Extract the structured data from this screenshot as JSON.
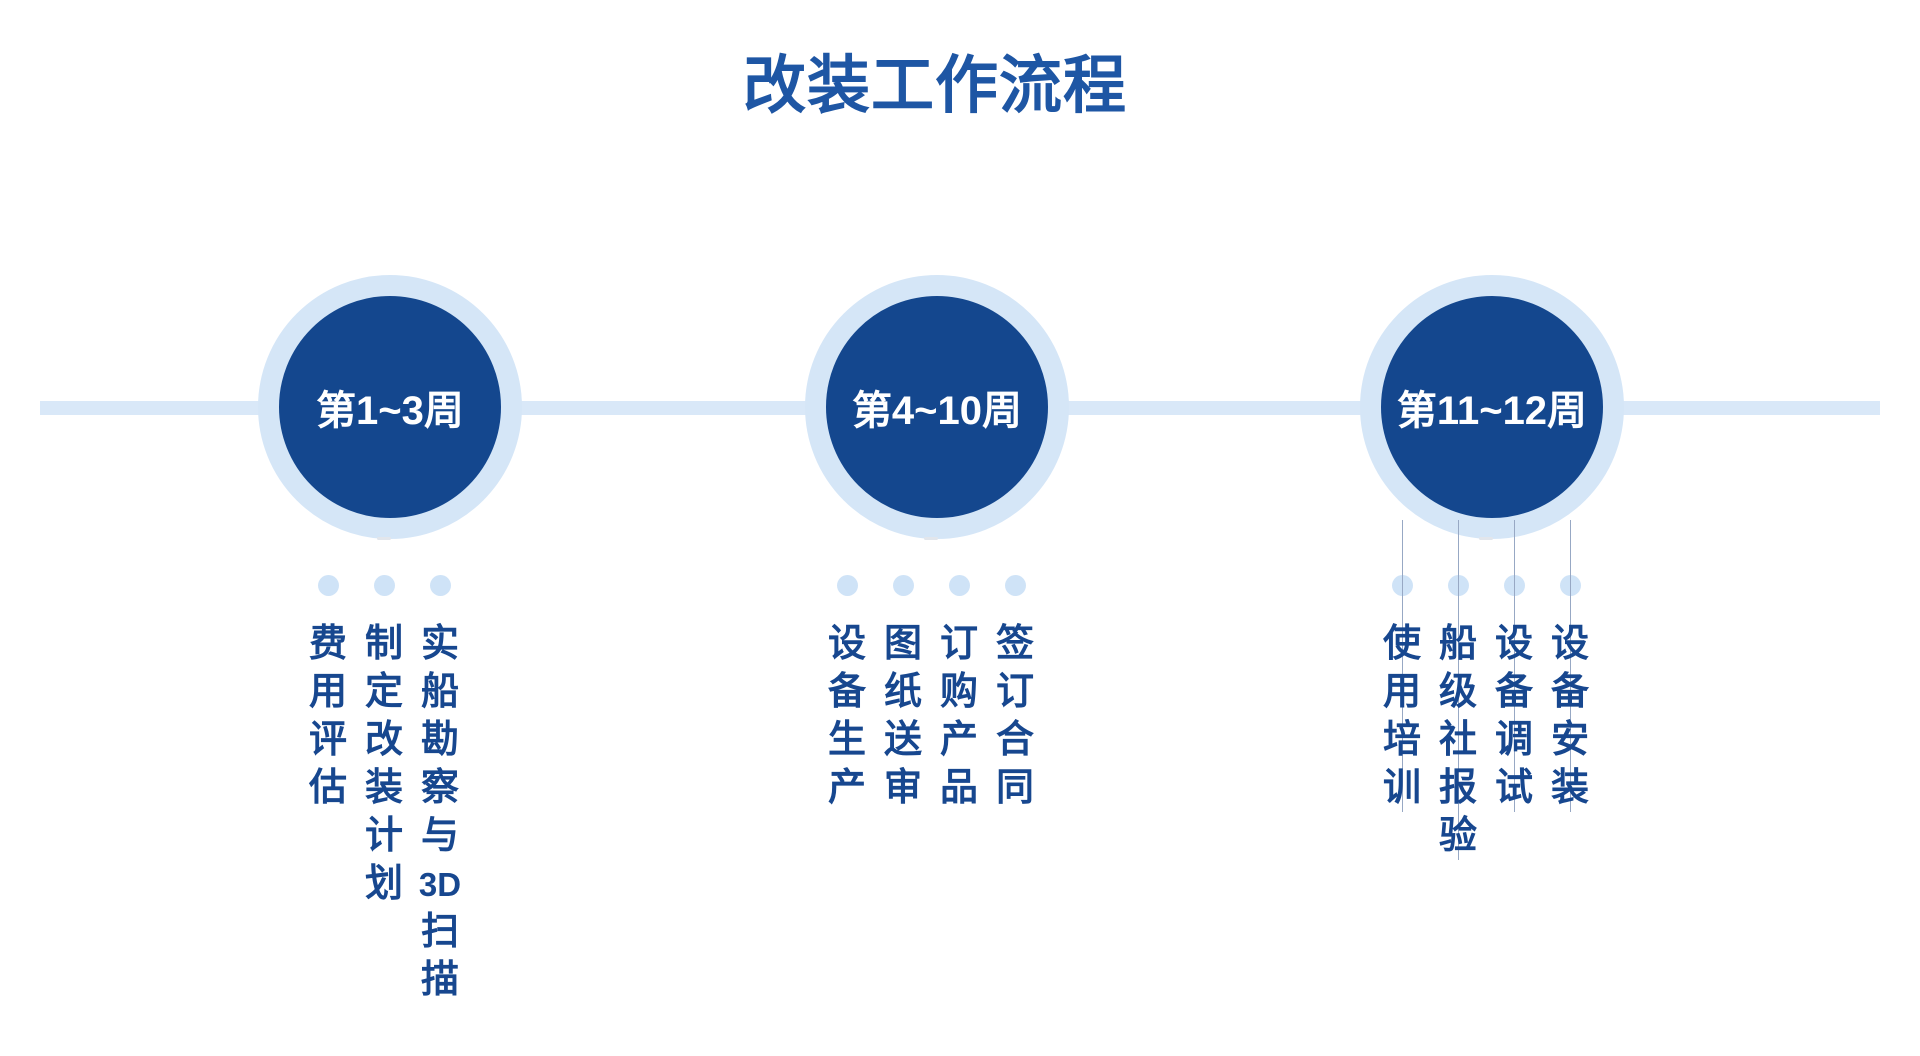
{
  "title": "改装工作流程",
  "colors": {
    "title_text": "#1e56a4",
    "circle_fill": "#14478e",
    "circle_ring": "#d5e6f7",
    "circle_label_text": "#ffffff",
    "timeline_line": "#d9e8f8",
    "step_dot": "#cfe3f7",
    "item_text": "#17478f",
    "column_guide": "#97a8c4"
  },
  "timeline": {
    "groups": [
      {
        "label": "第1~3周",
        "items": [
          "实船勘察与3D扫描",
          "制定改装计划",
          "费用评估"
        ],
        "column_guides": false
      },
      {
        "label": "第4~10周",
        "items": [
          "签订合同",
          "订购产品",
          "图纸送审",
          "设备生产"
        ],
        "column_guides": false
      },
      {
        "label": "第11~12周",
        "items": [
          "设备安装",
          "设备调试",
          "船级社报验",
          "使用培训"
        ],
        "column_guides": true
      }
    ]
  }
}
